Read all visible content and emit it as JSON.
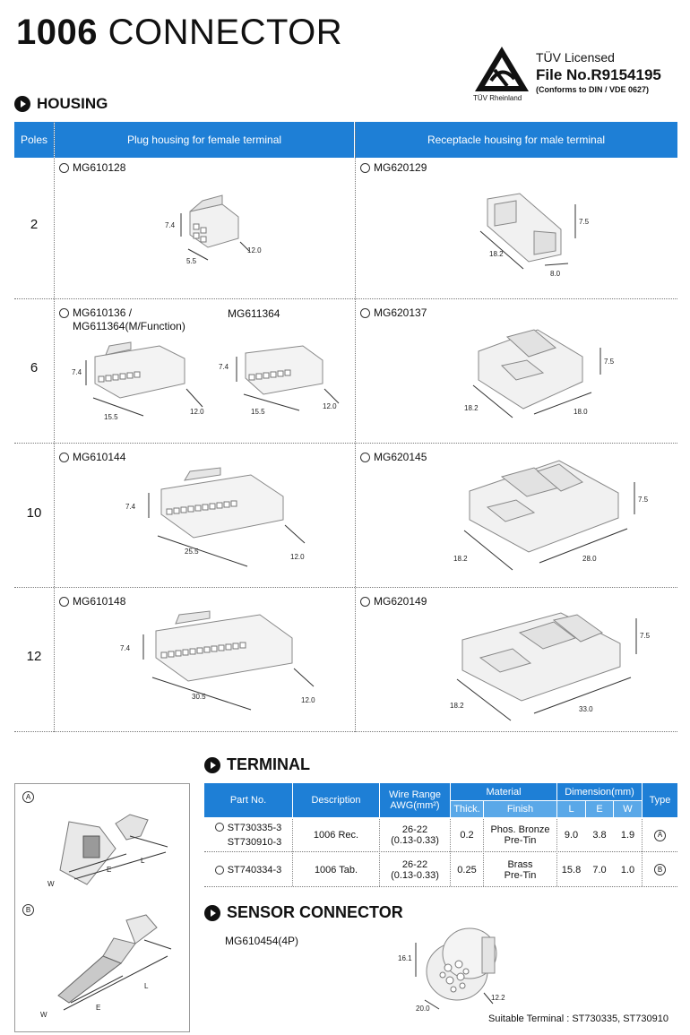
{
  "title": {
    "bold": "1006",
    "rest": "CONNECTOR"
  },
  "tuv": {
    "line1": "TÜV Licensed",
    "line2": "File No.R9154195",
    "line3": "(Conforms to DIN / VDE 0627)",
    "brand": "TÜV Rheinland"
  },
  "sections": {
    "housing": "HOUSING",
    "terminal": "TERMINAL",
    "sensor": "SENSOR  CONNECTOR"
  },
  "housing": {
    "headers": {
      "poles": "Poles",
      "plug": "Plug housing for female terminal",
      "receptacle": "Receptacle housing for  male terminal"
    },
    "rows": [
      {
        "poles": "2",
        "plug": {
          "part": "MG610128",
          "dims": [
            "7.4",
            "5.5",
            "12.0"
          ]
        },
        "receptacle": {
          "part": "MG620129",
          "dims": [
            "7.5",
            "18.2",
            "8.0"
          ]
        }
      },
      {
        "poles": "6",
        "plug": {
          "part": "MG610136 /",
          "part2": "MG611364(M/Function)",
          "extra_part": "MG611364",
          "dims": [
            "7.4",
            "15.5",
            "12.0"
          ],
          "dims2": [
            "7.4",
            "15.5",
            "12.0"
          ]
        },
        "receptacle": {
          "part": "MG620137",
          "dims": [
            "7.5",
            "18.2",
            "18.0"
          ]
        }
      },
      {
        "poles": "10",
        "plug": {
          "part": "MG610144",
          "dims": [
            "7.4",
            "25.5",
            "12.0"
          ]
        },
        "receptacle": {
          "part": "MG620145",
          "dims": [
            "7.5",
            "18.2",
            "28.0"
          ]
        }
      },
      {
        "poles": "12",
        "plug": {
          "part": "MG610148",
          "dims": [
            "7.4",
            "30.5",
            "12.0"
          ]
        },
        "receptacle": {
          "part": "MG620149",
          "dims": [
            "7.5",
            "18.2",
            "33.0"
          ]
        }
      }
    ]
  },
  "terminal": {
    "headers": {
      "part": "Part No.",
      "desc": "Description",
      "wire": "Wire Range\nAWG(mm²)",
      "material": "Material",
      "thick": "Thick.",
      "finish": "Finish",
      "dimension": "Dimension(mm)",
      "l": "L",
      "e": "E",
      "w": "W",
      "type": "Type"
    },
    "rows": [
      {
        "parts": [
          "ST730335-3",
          "ST730910-3"
        ],
        "desc": "1006 Rec.",
        "wire1": "26-22",
        "wire2": "(0.13-0.33)",
        "thick": "0.2",
        "finish1": "Phos. Bronze",
        "finish2": "Pre-Tin",
        "l": "9.0",
        "e": "3.8",
        "w": "1.9",
        "type": "A"
      },
      {
        "parts": [
          "ST740334-3"
        ],
        "desc": "1006 Tab.",
        "wire1": "26-22",
        "wire2": "(0.13-0.33)",
        "thick": "0.25",
        "finish1": "Brass",
        "finish2": "Pre-Tin",
        "l": "15.8",
        "e": "7.0",
        "w": "1.0",
        "type": "B"
      }
    ],
    "drawing_labels": {
      "a": "A",
      "b": "B",
      "l": "L",
      "e": "E",
      "w": "W"
    }
  },
  "sensor": {
    "part": "MG610454(4P)",
    "dims": [
      "16.1",
      "20.0",
      "12.2"
    ],
    "suitable": "Suitable Terminal : ST730335, ST730910"
  },
  "colors": {
    "header_blue": "#1e7fd6",
    "sub_header_blue": "#5aa8e8"
  }
}
